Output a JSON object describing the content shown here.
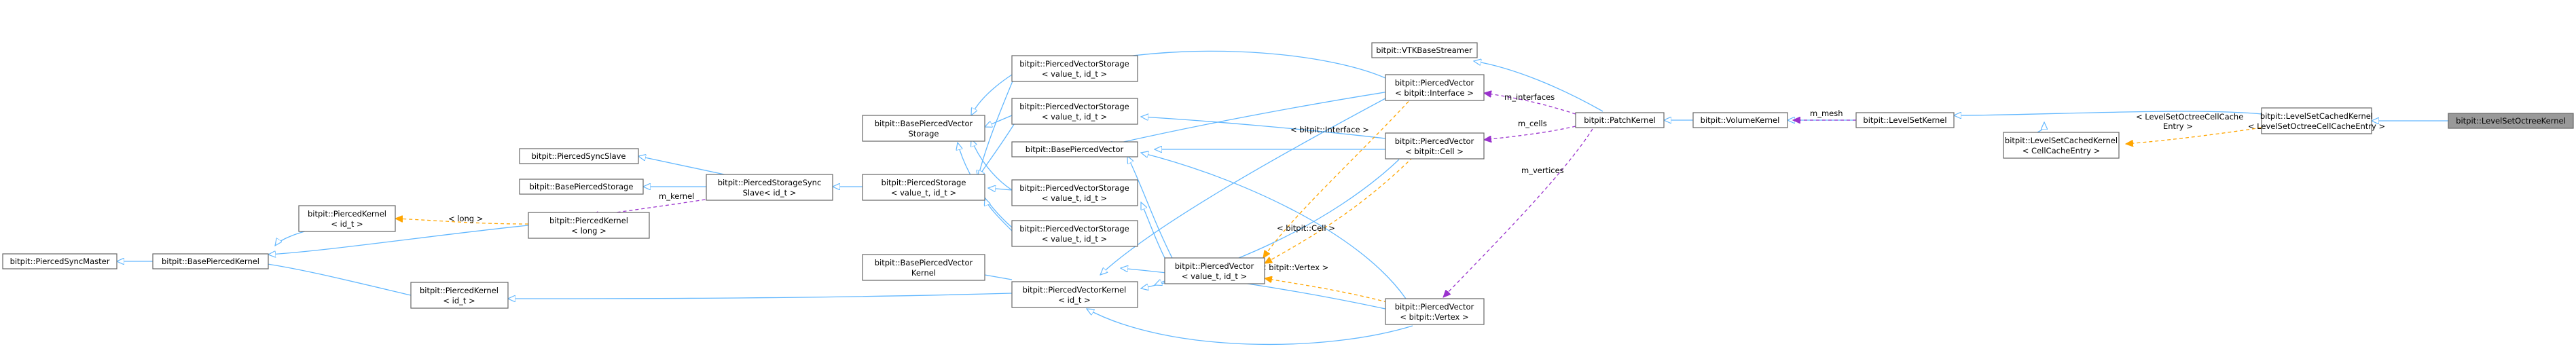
{
  "colors": {
    "inherit": "#63b8ff",
    "usage": "#9a32cd",
    "template": "#ffa500",
    "current_fill": "#999999"
  },
  "nodes": {
    "lsot": {
      "lines": [
        "bitpit::LevelSetOctreeKernel"
      ]
    },
    "lscached_entry": {
      "lines": [
        "bitpit::LevelSetCachedKernel",
        "< LevelSetOctreeCellCacheEntry >"
      ]
    },
    "lskernel": {
      "lines": [
        "bitpit::LevelSetKernel"
      ]
    },
    "lscached_cell": {
      "lines": [
        "bitpit::LevelSetCachedKernel",
        "< CellCacheEntry >"
      ]
    },
    "volume": {
      "lines": [
        "bitpit::VolumeKernel"
      ]
    },
    "patch": {
      "lines": [
        "bitpit::PatchKernel"
      ]
    },
    "vtk": {
      "lines": [
        "bitpit::VTKBaseStreamer"
      ]
    },
    "pv_interface": {
      "lines": [
        "bitpit::PiercedVector",
        "< bitpit::Interface >"
      ]
    },
    "pv_cell": {
      "lines": [
        "bitpit::PiercedVector",
        "< bitpit::Cell >"
      ]
    },
    "pv_vertex": {
      "lines": [
        "bitpit::PiercedVector",
        "< bitpit::Vertex >"
      ]
    },
    "pv_template": {
      "lines": [
        "bitpit::PiercedVector",
        "< value_t, id_t >"
      ]
    },
    "bpv": {
      "lines": [
        "bitpit::BasePiercedVector"
      ]
    },
    "pvs1": {
      "lines": [
        "bitpit::PiercedVectorStorage",
        "< value_t, id_t >"
      ]
    },
    "pvs2": {
      "lines": [
        "bitpit::PiercedVectorStorage",
        "< value_t, id_t >"
      ]
    },
    "pvs3": {
      "lines": [
        "bitpit::PiercedVectorStorage",
        "< value_t, id_t >"
      ]
    },
    "pvs4": {
      "lines": [
        "bitpit::PiercedVectorStorage",
        "< value_t, id_t >"
      ]
    },
    "bpvs": {
      "lines": [
        "bitpit::BasePiercedVector",
        "Storage"
      ]
    },
    "ps": {
      "lines": [
        "bitpit::PiercedStorage",
        "< value_t, id_t >"
      ]
    },
    "pss": {
      "lines": [
        "bitpit::PiercedStorageSync",
        "Slave< id_t >"
      ]
    },
    "psslave": {
      "lines": [
        "bitpit::PiercedSyncSlave"
      ]
    },
    "bps": {
      "lines": [
        "bitpit::BasePiercedStorage"
      ]
    },
    "pk_long": {
      "lines": [
        "bitpit::PiercedKernel",
        "< long >"
      ]
    },
    "pk_idt_top": {
      "lines": [
        "bitpit::PiercedKernel",
        "< id_t >"
      ]
    },
    "pk_idt_bottom": {
      "lines": [
        "bitpit::PiercedKernel",
        "< id_t >"
      ]
    },
    "bpk": {
      "lines": [
        "bitpit::BasePiercedKernel"
      ]
    },
    "psmaster": {
      "lines": [
        "bitpit::PiercedSyncMaster"
      ]
    },
    "bpvk": {
      "lines": [
        "bitpit::BasePiercedVector",
        "Kernel"
      ]
    },
    "pvk": {
      "lines": [
        "bitpit::PiercedVectorKernel",
        "< id_t >"
      ]
    }
  },
  "edge_labels": {
    "m_interfaces": "m_interfaces",
    "m_cells": "m_cells",
    "m_vertices": "m_vertices",
    "m_mesh": "m_mesh",
    "m_kernel": "m_kernel",
    "lt_interface": "< bitpit::Interface >",
    "lt_cell": "< bitpit::Cell >",
    "lt_vertex": "< bitpit::Vertex >",
    "lt_long": "< long >",
    "lt_cache_entry_1": "< LevelSetOctreeCellCache",
    "lt_cache_entry_2": "Entry >"
  }
}
